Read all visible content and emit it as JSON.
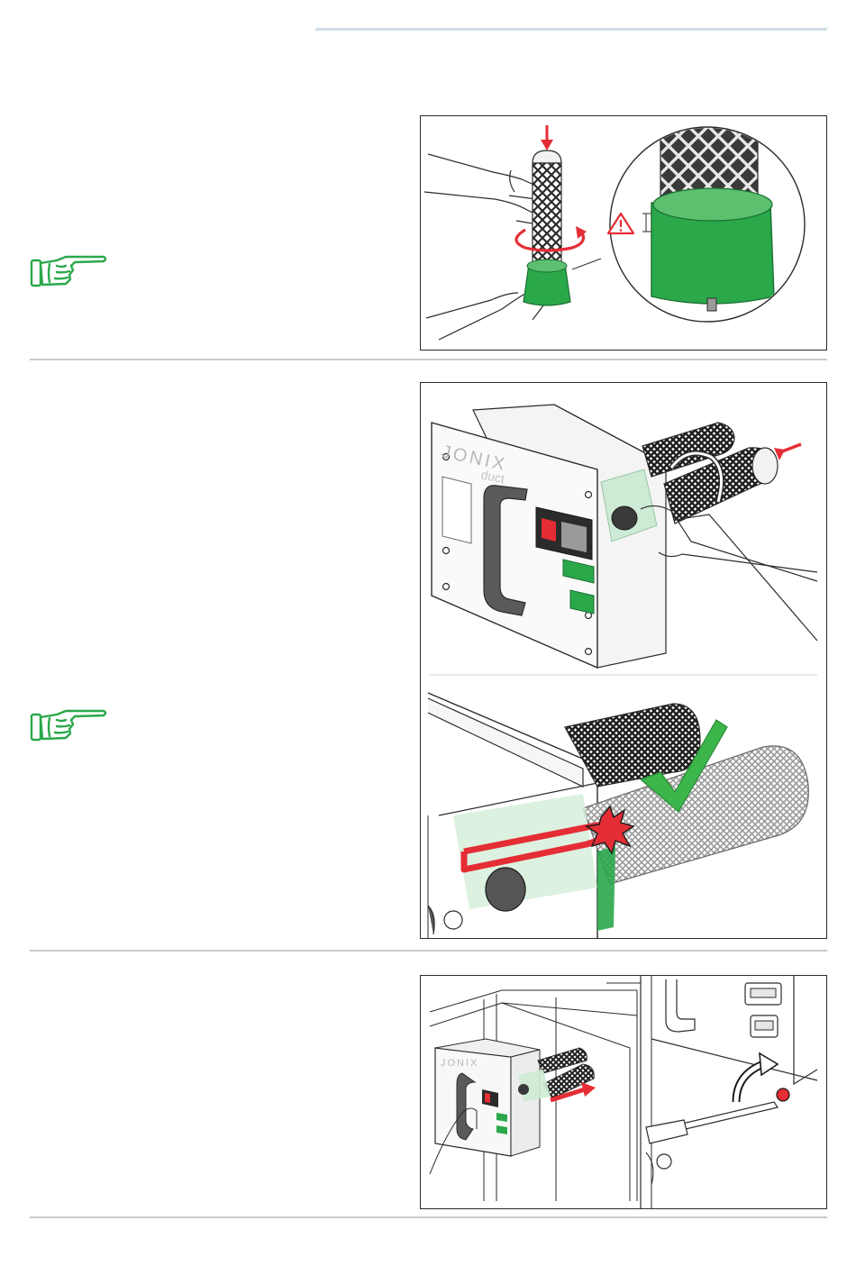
{
  "colors": {
    "accent_green": "#2aa84a",
    "alert_red": "#e52d35",
    "rule_blue": "#cfdde8",
    "rule_grey": "#c9cbcd"
  },
  "icons": {
    "note": "pointing-hand-icon",
    "warning": "warning-triangle-icon",
    "check": "checkmark-icon"
  },
  "panels": {
    "top": {
      "logo": ""
    },
    "middle": {
      "logo_main": "JONIX",
      "logo_sub": "duct"
    },
    "bottom": {
      "logo_main": "JONIX"
    }
  }
}
